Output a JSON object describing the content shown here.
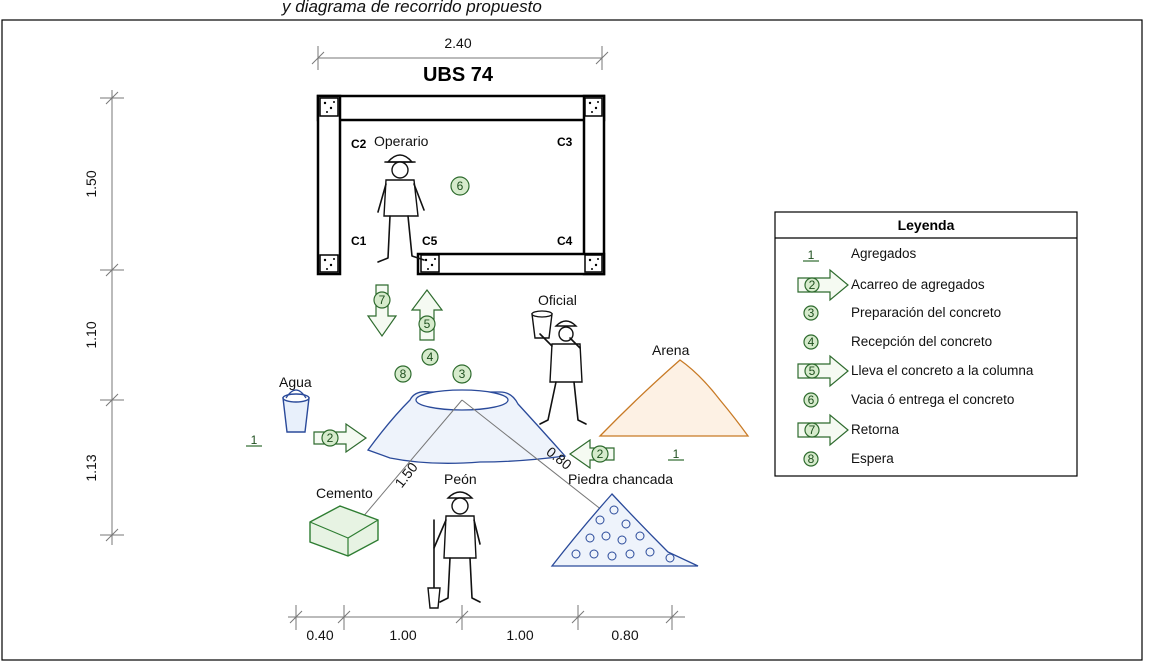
{
  "header": {
    "caption_fragment": "y diagrama de recorrido propuesto"
  },
  "plan": {
    "title": "UBS 74",
    "width_dim": "2.40",
    "columns": [
      "C2",
      "C3",
      "C1",
      "C5",
      "C4"
    ],
    "vertical_dims": [
      "1.50",
      "1.10",
      "1.13"
    ],
    "horizontal_dims": [
      "0.40",
      "1.00",
      "1.00",
      "0.80"
    ],
    "diagonal_dims": [
      "1.50",
      "0.80"
    ]
  },
  "labels": {
    "operario": "Operario",
    "oficial": "Oficial",
    "peon": "Peón",
    "agua": "Agua",
    "cemento": "Cemento",
    "arena": "Arena",
    "piedra": "Piedra chancada"
  },
  "markers": {
    "m1": "1",
    "m2": "2",
    "m3": "3",
    "m4": "4",
    "m5": "5",
    "m6": "6",
    "m7": "7",
    "m8": "8"
  },
  "legend": {
    "title": "Leyenda",
    "items": [
      {
        "symbol": "1",
        "kind": "triangle",
        "text": "Agregados"
      },
      {
        "symbol": "2",
        "kind": "arrow",
        "text": "Acarreo de agregados"
      },
      {
        "symbol": "3",
        "kind": "circle",
        "text": "Preparación del concreto"
      },
      {
        "symbol": "4",
        "kind": "circle",
        "text": "Recepción del concreto"
      },
      {
        "symbol": "5",
        "kind": "arrow",
        "text": "Lleva el concreto a la columna"
      },
      {
        "symbol": "6",
        "kind": "circle",
        "text": "Vacia ó entrega el concreto"
      },
      {
        "symbol": "7",
        "kind": "arrow",
        "text": "Retorna"
      },
      {
        "symbol": "8",
        "kind": "circle",
        "text": "Espera"
      }
    ]
  },
  "colors": {
    "marker_fill": "#d6ebcc",
    "marker_stroke": "#2e6b2e",
    "stone_blue": "#2a4a9a",
    "sand_orange": "#c87a25",
    "cement_green": "#2e7d32"
  }
}
